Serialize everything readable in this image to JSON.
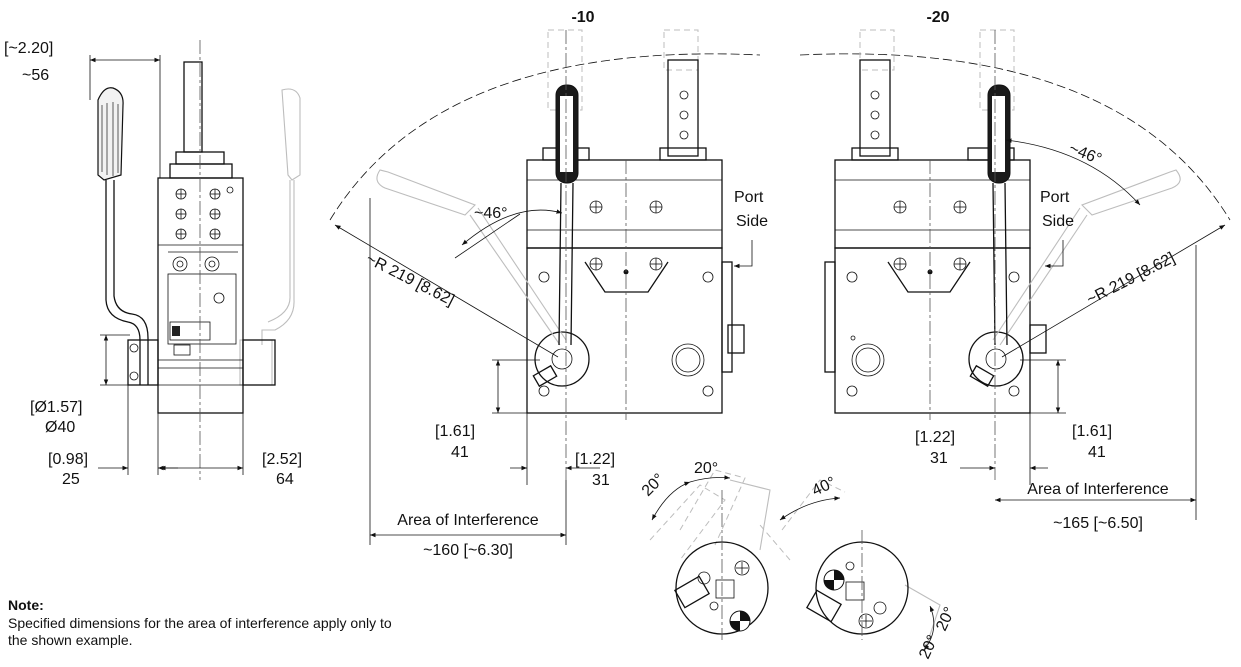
{
  "headers": {
    "left_view": "-10",
    "right_view": "-20"
  },
  "side_view": {
    "handle_offset_in": "[~2.20]",
    "handle_offset_mm": "~56",
    "bore_in": "[Ø1.57]",
    "bore_mm": "Ø40",
    "shaft_in": "[0.98]",
    "shaft_mm": "25",
    "width_in": "[2.52]",
    "width_mm": "64"
  },
  "view_10": {
    "radius": "~R 219 [8.62]",
    "angle": "~46°",
    "port_side": [
      "Port",
      "Side"
    ],
    "height_in": "[1.61]",
    "height_mm": "41",
    "offset_in": "[1.22]",
    "offset_mm": "31",
    "area_label": "Area of Interference",
    "area_value": "~160 [~6.30]"
  },
  "view_20": {
    "radius": "~R 219 [8.62]",
    "angle": "~46°",
    "port_side": [
      "Port",
      "Side"
    ],
    "height_in": "[1.61]",
    "height_mm": "41",
    "offset_in": "[1.22]",
    "offset_mm": "31",
    "area_label": "Area of Interference",
    "area_value": "~165 [~6.50]"
  },
  "details": {
    "detail_a_angles": [
      "20°",
      "20°"
    ],
    "detail_b_angles": [
      "40°",
      "20°",
      "20°"
    ]
  },
  "note": {
    "title": "Note:",
    "body": "Specified dimensions for the area of interference apply only to the shown example."
  }
}
